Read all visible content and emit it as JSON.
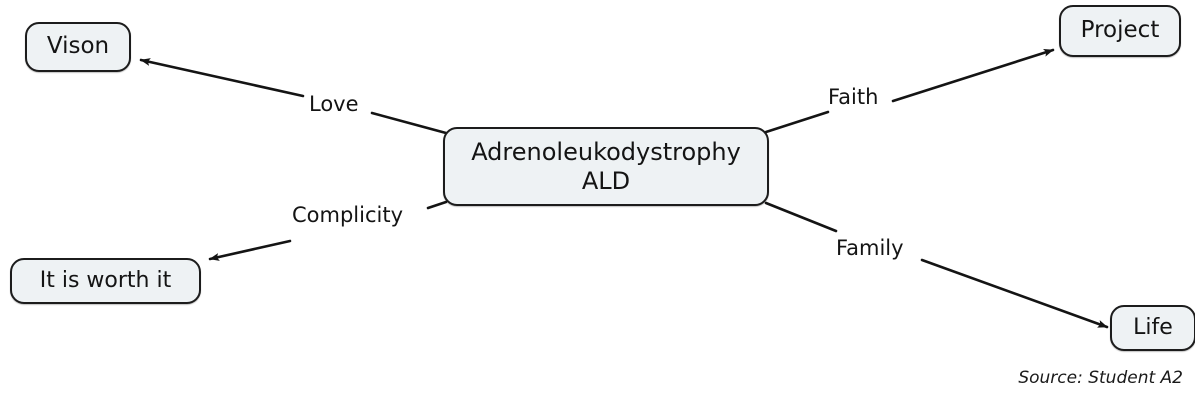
{
  "diagram": {
    "type": "concept-map",
    "title": "Adrenoleukodystrophy ALD concept map",
    "background_color": "#ffffff",
    "node_fill_color": "#eef2f4",
    "node_stroke_color": "#1c1c1c",
    "edge_color": "#141414",
    "nodes": [
      {
        "id": "center",
        "label": "Adrenoleukodystrophy\nALD",
        "role": "central-concept"
      },
      {
        "id": "vison",
        "label": "Vison",
        "role": "outcome"
      },
      {
        "id": "project",
        "label": "Project",
        "role": "outcome"
      },
      {
        "id": "worth",
        "label": "It is worth it",
        "role": "outcome"
      },
      {
        "id": "life",
        "label": "Life",
        "role": "outcome"
      }
    ],
    "edges": [
      {
        "id": "edge-love",
        "label": "Love",
        "from": "center",
        "to": "vison",
        "direction": "to"
      },
      {
        "id": "edge-faith",
        "label": "Faith",
        "from": "center",
        "to": "project",
        "direction": "to"
      },
      {
        "id": "edge-complicity",
        "label": "Complicity",
        "from": "center",
        "to": "worth",
        "direction": "to"
      },
      {
        "id": "edge-family",
        "label": "Family",
        "from": "center",
        "to": "life",
        "direction": "to"
      }
    ]
  },
  "caption": {
    "text": "Source: Student A2"
  }
}
